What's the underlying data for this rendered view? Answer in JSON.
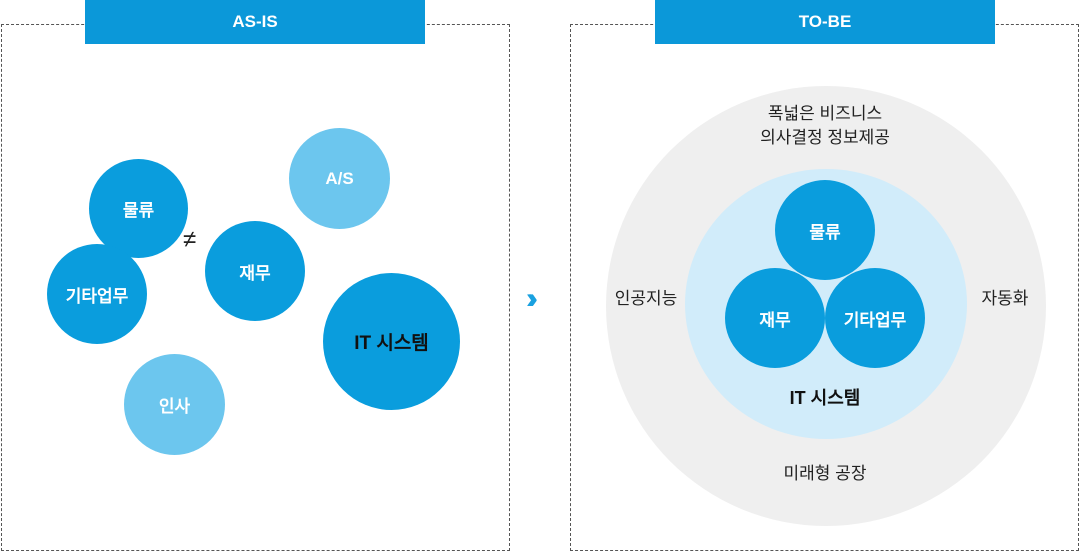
{
  "as_is": {
    "header": "AS-IS",
    "circles": {
      "logistics": "물류",
      "other_work": "기타업무",
      "finance": "재무",
      "service": "A/S",
      "it_system": "IT 시스템",
      "hr": "인사"
    },
    "not_equal_symbol": "≠"
  },
  "transition_arrow": "››",
  "to_be": {
    "header": "TO-BE",
    "outer_top": "폭넓은 비즈니스\n의사결정 정보제공",
    "outer_left": "인공지능",
    "outer_right": "자동화",
    "outer_bottom": "미래형 공장",
    "circles": {
      "logistics": "물류",
      "finance": "재무",
      "other_work": "기타업무"
    },
    "inner_label": "IT 시스템"
  },
  "colors": {
    "dark_circle": "#0a9ddd",
    "light_circle": "#6cc6ee",
    "header": "#0b98d9",
    "outer_ring": "#efefef",
    "inner_ring": "#d1ecfa"
  }
}
